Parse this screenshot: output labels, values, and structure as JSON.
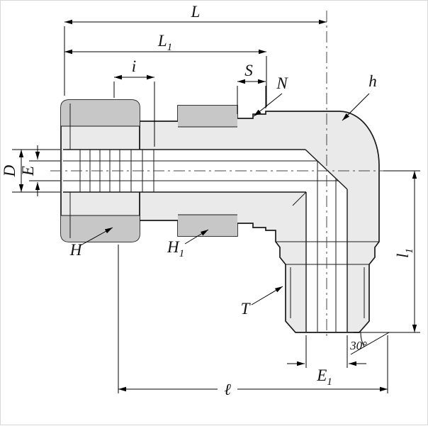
{
  "drawing": {
    "kind": "90-degree elbow compression tube fitting, dimensional outline drawing"
  },
  "labels": {
    "L": {
      "main": "L"
    },
    "L1": {
      "main": "L",
      "sub": "1"
    },
    "i": {
      "main": "i"
    },
    "S": {
      "main": "S"
    },
    "N": {
      "main": "N"
    },
    "h": {
      "main": "h"
    },
    "D": {
      "main": "D"
    },
    "E": {
      "main": "E"
    },
    "H": {
      "main": "H"
    },
    "H1": {
      "main": "H",
      "sub": "1"
    },
    "T": {
      "main": "T"
    },
    "l1": {
      "main": "l",
      "sub": "1"
    },
    "E1": {
      "main": "E",
      "sub": "1"
    },
    "ell": {
      "main": "ℓ"
    },
    "angle": {
      "main": "30°"
    }
  },
  "colors": {
    "background": "#ffffff",
    "body": "#eaeaea",
    "hex_shade": "#c7c7c7",
    "outline": "#1a1a1a"
  }
}
